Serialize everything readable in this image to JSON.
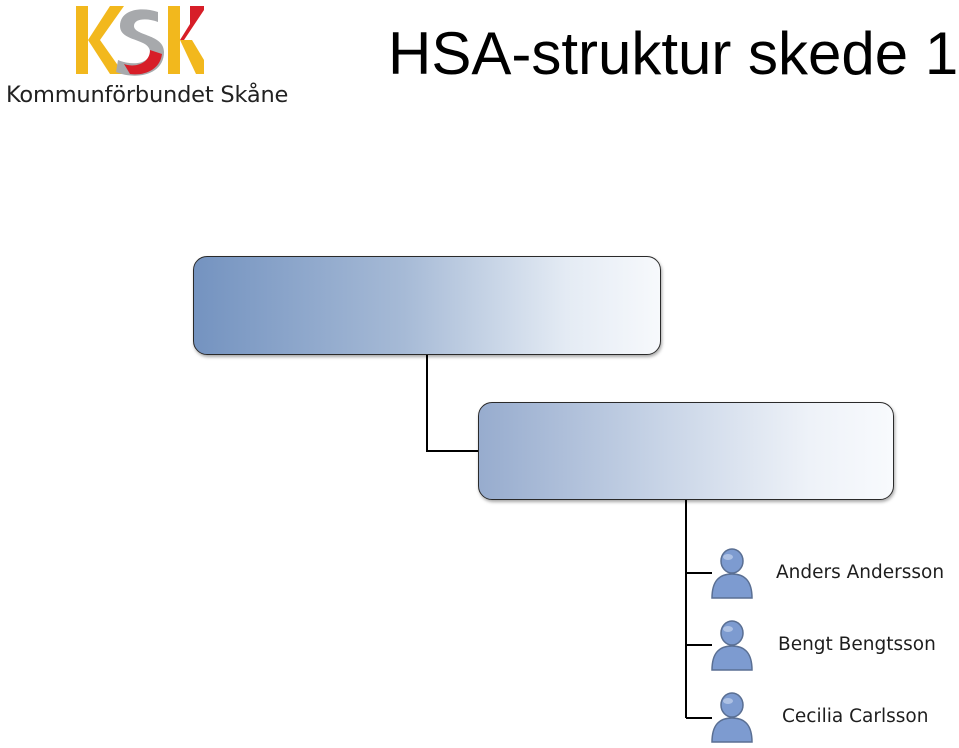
{
  "header": {
    "title": "HSA-struktur skede 1",
    "logo": {
      "mark_text": "KSK",
      "org_name": "Kommunförbundet Skåne",
      "colors": {
        "yellow": "#f2b81d",
        "gray": "#a7a9ac",
        "red": "#d71e28"
      }
    }
  },
  "diagram": {
    "root_node": {
      "label": "",
      "color_dark": "#7493c0",
      "color_light": "#f7f9fc"
    },
    "child_node": {
      "label": "",
      "color_dark": "#97acce",
      "color_light": "#f8fafd"
    },
    "people": [
      {
        "name": "Anders Andersson",
        "icon": "person-icon"
      },
      {
        "name": "Bengt Bengtsson",
        "icon": "person-icon"
      },
      {
        "name": "Cecilia Carlsson",
        "icon": "person-icon"
      }
    ],
    "connector_color": "#000000",
    "person_icon_color": "#7d9bd0"
  }
}
